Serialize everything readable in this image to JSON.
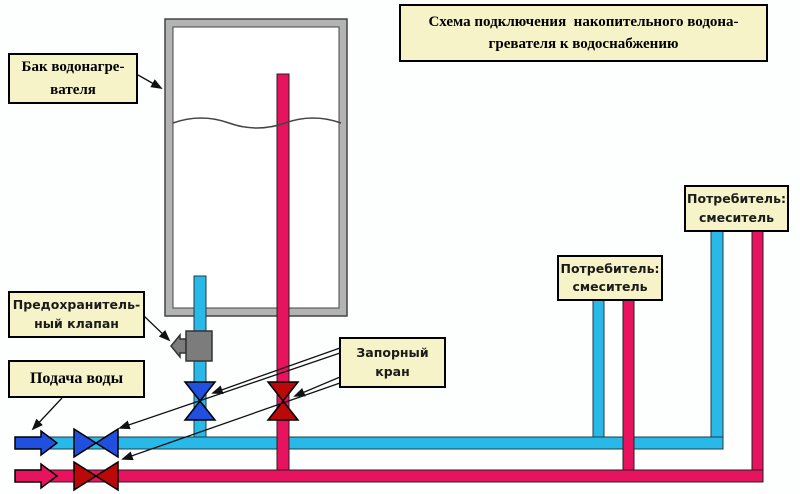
{
  "title": {
    "line1": "Схема подключения  накопительного водона-",
    "line2": "гревателя к водоснабжению"
  },
  "labels": {
    "tank": {
      "line1": "Бак водонагре-",
      "line2": "вателя"
    },
    "safety_valve": {
      "line1": "Предохранитель-",
      "line2": "ный клапан"
    },
    "water_supply": {
      "text": "Подача воды"
    },
    "shutoff_valve": {
      "line1": "Запорный",
      "line2": "кран"
    },
    "consumer1": {
      "line1": "Потребитель:",
      "line2": "смеситель"
    },
    "consumer2": {
      "line1": "Потребитель:",
      "line2": "смеситель"
    }
  },
  "colors": {
    "cold_pipe": "#29b9e8",
    "hot_pipe": "#e8135e",
    "valve_blue": "#2050dd",
    "valve_red": "#bb0808",
    "tank_wall": "#b3b3b3",
    "safety_gray": "#7c7c7c",
    "label_bg": "#f6f3c9"
  }
}
